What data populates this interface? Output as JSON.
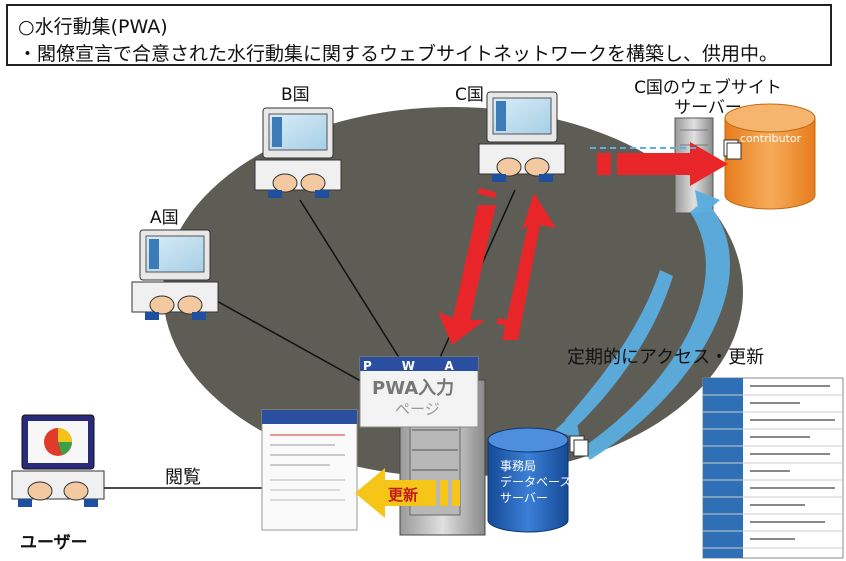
{
  "header": {
    "line1": "○水行動集(PWA)",
    "line2": "・閣僚宣言で合意された水行動集に関するウェブサイトネットワークを構築し、供用中。"
  },
  "nodes": {
    "country_a": "A国",
    "country_b": "B国",
    "country_c": "C国",
    "c_server": "C国のウェブサイト\nサーバー",
    "contributor": "contributor",
    "pwa_input": "PWA入力",
    "pwa_input_sub": "ページ",
    "pwa_header_letters": [
      "P",
      "W",
      "A"
    ],
    "db_server_line1": "事務局",
    "db_server_line2": "データベース",
    "db_server_line3": "サーバー",
    "user": "ユーザー"
  },
  "edges": {
    "browse": "閲覧",
    "update": "更新",
    "periodic": "定期的にアクセス・更新"
  },
  "colors": {
    "ellipse": "#5d5d56",
    "arrow_red": "#e8262a",
    "arrow_blue": "#5aaee0",
    "arrow_yellow": "#f5c518",
    "db_blue": "#1f5fb5",
    "server_orange": "#f29a3a"
  }
}
